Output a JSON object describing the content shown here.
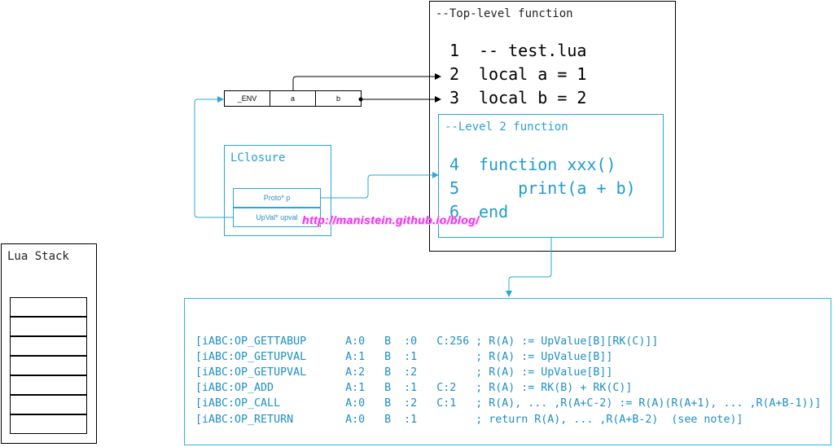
{
  "toplevel": {
    "title": "--Top-level function",
    "lines": [
      {
        "num": "1",
        "code": "-- test.lua"
      },
      {
        "num": "2",
        "code": "local a = 1"
      },
      {
        "num": "3",
        "code": "local b = 2"
      }
    ]
  },
  "level2": {
    "title": "--Level 2 function",
    "lines": [
      {
        "num": "4",
        "code": "function xxx()"
      },
      {
        "num": "5",
        "code": "    print(a + b)"
      },
      {
        "num": "6",
        "code": "end"
      }
    ]
  },
  "upvalue_array": {
    "cells": [
      "_ENV",
      "a",
      "b"
    ]
  },
  "lclosure": {
    "title": "LClosure",
    "fields": [
      "Proto* p",
      "UpVal* upval"
    ]
  },
  "lua_stack": {
    "title": "Lua Stack",
    "slot_count": 7
  },
  "bytecode": {
    "lines": [
      "[iABC:OP_GETTABUP      A:0   B  :0   C:256 ; R(A) := UpValue[B][RK(C)]]",
      "[iABC:OP_GETUPVAL      A:1   B  :1         ; R(A) := UpValue[B]]",
      "[iABC:OP_GETUPVAL      A:2   B  :2         ; R(A) := UpValue[B]]",
      "[iABC:OP_ADD           A:1   B  :1   C:2   ; R(A) := RK(B) + RK(C)]",
      "[iABC:OP_CALL          A:0   B  :2   C:1   ; R(A), ... ,R(A+C-2) := R(A)(R(A+1), ... ,R(A+B-1))]",
      "[iABC:OP_RETURN        A:0   B  :1         ; return R(A), ... ,R(A+B-2)  (see note)]"
    ]
  },
  "watermark": "http://manistein.github.io/blog/",
  "colors": {
    "accent_blue": "#2aa7d8",
    "line_black": "#000000",
    "watermark": "#ee33ee"
  }
}
